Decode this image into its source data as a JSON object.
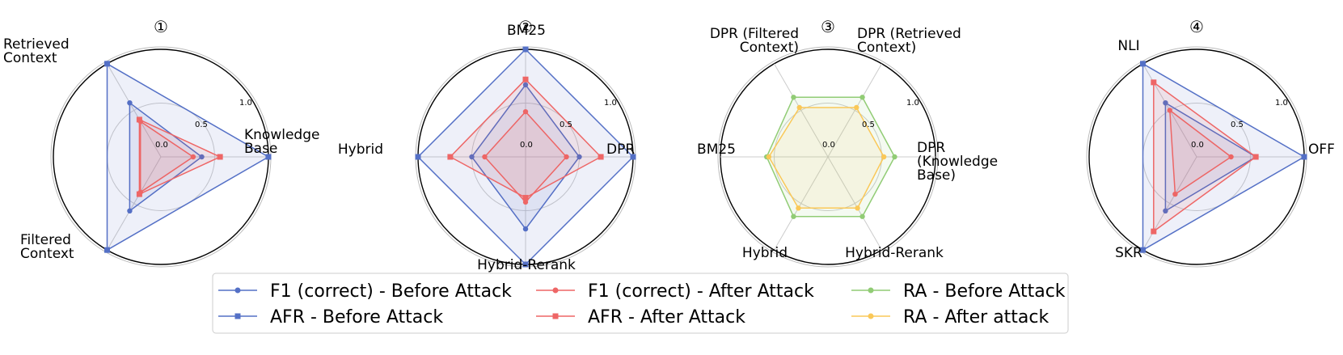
{
  "chart_data": [
    {
      "type": "radar",
      "title": "①",
      "axes": [
        [
          "Knowledge",
          "Base"
        ],
        [
          "Retrieved",
          "Context"
        ],
        [
          "Filtered",
          "Context"
        ]
      ],
      "rlim": [
        0,
        1
      ],
      "rticks": [
        "0.0",
        "0.5",
        "1.0"
      ],
      "series": [
        {
          "name": "F1 (correct) - Before Attack",
          "values": [
            0.38,
            0.58,
            0.58
          ]
        },
        {
          "name": "AFR - Before Attack",
          "values": [
            1.0,
            1.0,
            1.0
          ]
        },
        {
          "name": "F1 (correct) - After Attack",
          "values": [
            0.3,
            0.38,
            0.38
          ]
        },
        {
          "name": "AFR - After Attack",
          "values": [
            0.55,
            0.4,
            0.4
          ]
        }
      ]
    },
    {
      "type": "radar",
      "title": "②",
      "axes": [
        [
          "DPR"
        ],
        [
          "BM25"
        ],
        [
          "Hybrid"
        ],
        [
          "Hybrid-Rerank"
        ]
      ],
      "rlim": [
        0,
        1
      ],
      "rticks": [
        "0.0",
        "0.5",
        "1.0"
      ],
      "series": [
        {
          "name": "F1 (correct) - Before Attack",
          "values": [
            0.5,
            0.67,
            0.5,
            0.67
          ]
        },
        {
          "name": "AFR - Before Attack",
          "values": [
            1.0,
            1.0,
            1.0,
            1.0
          ]
        },
        {
          "name": "F1 (correct) - After Attack",
          "values": [
            0.38,
            0.42,
            0.38,
            0.42
          ]
        },
        {
          "name": "AFR - After Attack",
          "values": [
            0.7,
            0.72,
            0.7,
            0.38
          ]
        }
      ]
    },
    {
      "type": "radar",
      "title": "③",
      "axes": [
        [
          "DPR",
          "(Knowledge",
          "Base)"
        ],
        [
          "DPR (Retrieved",
          "Context)"
        ],
        [
          "DPR (Filtered",
          "Context)"
        ],
        [
          "BM25"
        ],
        [
          "Hybrid"
        ],
        [
          "Hybrid-Rerank"
        ]
      ],
      "rlim": [
        0,
        1
      ],
      "rticks": [
        "0.0",
        "0.5",
        "1.0"
      ],
      "series": [
        {
          "name": "RA - Before Attack",
          "values": [
            0.62,
            0.64,
            0.64,
            0.57,
            0.64,
            0.64
          ]
        },
        {
          "name": "RA - After attack",
          "values": [
            0.52,
            0.53,
            0.53,
            0.55,
            0.55,
            0.55
          ]
        }
      ]
    },
    {
      "type": "radar",
      "title": "④",
      "axes": [
        [
          "OFF"
        ],
        [
          "NLI"
        ],
        [
          "SKR"
        ]
      ],
      "rlim": [
        0,
        1
      ],
      "rticks": [
        "0.0",
        "0.5",
        "1.0"
      ],
      "series": [
        {
          "name": "F1 (correct) - Before Attack",
          "values": [
            0.55,
            0.58,
            0.58
          ]
        },
        {
          "name": "AFR - Before Attack",
          "values": [
            1.0,
            1.0,
            1.0
          ]
        },
        {
          "name": "F1 (correct) - After Attack",
          "values": [
            0.32,
            0.5,
            0.4
          ]
        },
        {
          "name": "AFR - After Attack",
          "values": [
            0.55,
            0.8,
            0.8
          ]
        }
      ]
    }
  ],
  "legend": {
    "items": [
      {
        "label": "F1 (correct) - Before Attack",
        "color": "#5470c6",
        "marker": "circle"
      },
      {
        "label": "AFR - Before Attack",
        "color": "#5470c6",
        "marker": "square"
      },
      {
        "label": "F1 (correct) - After Attack",
        "color": "#ee6666",
        "marker": "circle"
      },
      {
        "label": "AFR - After Attack",
        "color": "#ee6666",
        "marker": "square"
      },
      {
        "label": "RA - Before Attack",
        "color": "#91cc75",
        "marker": "circle"
      },
      {
        "label": "RA - After attack",
        "color": "#fac858",
        "marker": "circle"
      }
    ]
  },
  "colors": {
    "blue": "#5470c6",
    "red": "#ee6666",
    "green": "#91cc75",
    "yellow": "#fac858"
  }
}
